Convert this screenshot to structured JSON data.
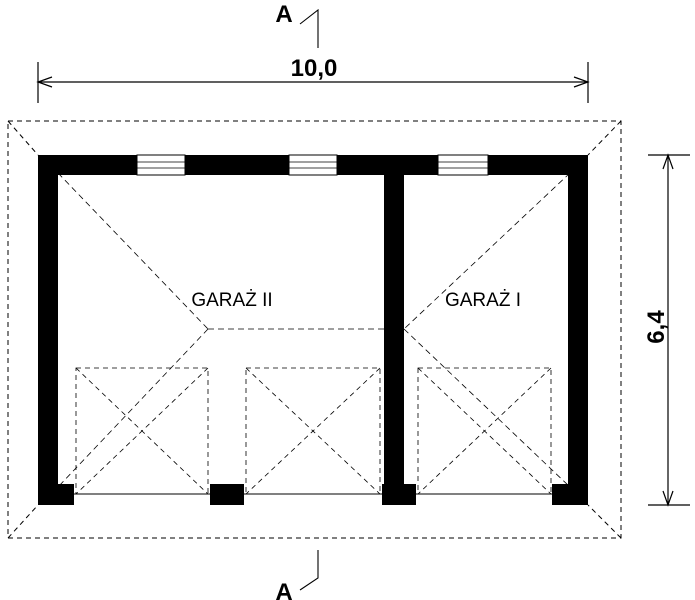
{
  "section_marker_top": "A",
  "section_marker_bottom": "A",
  "dimension_width": "10,0",
  "dimension_height": "6,4",
  "rooms": [
    {
      "label": "GARAŻ II"
    },
    {
      "label": "GARAŻ I"
    }
  ]
}
